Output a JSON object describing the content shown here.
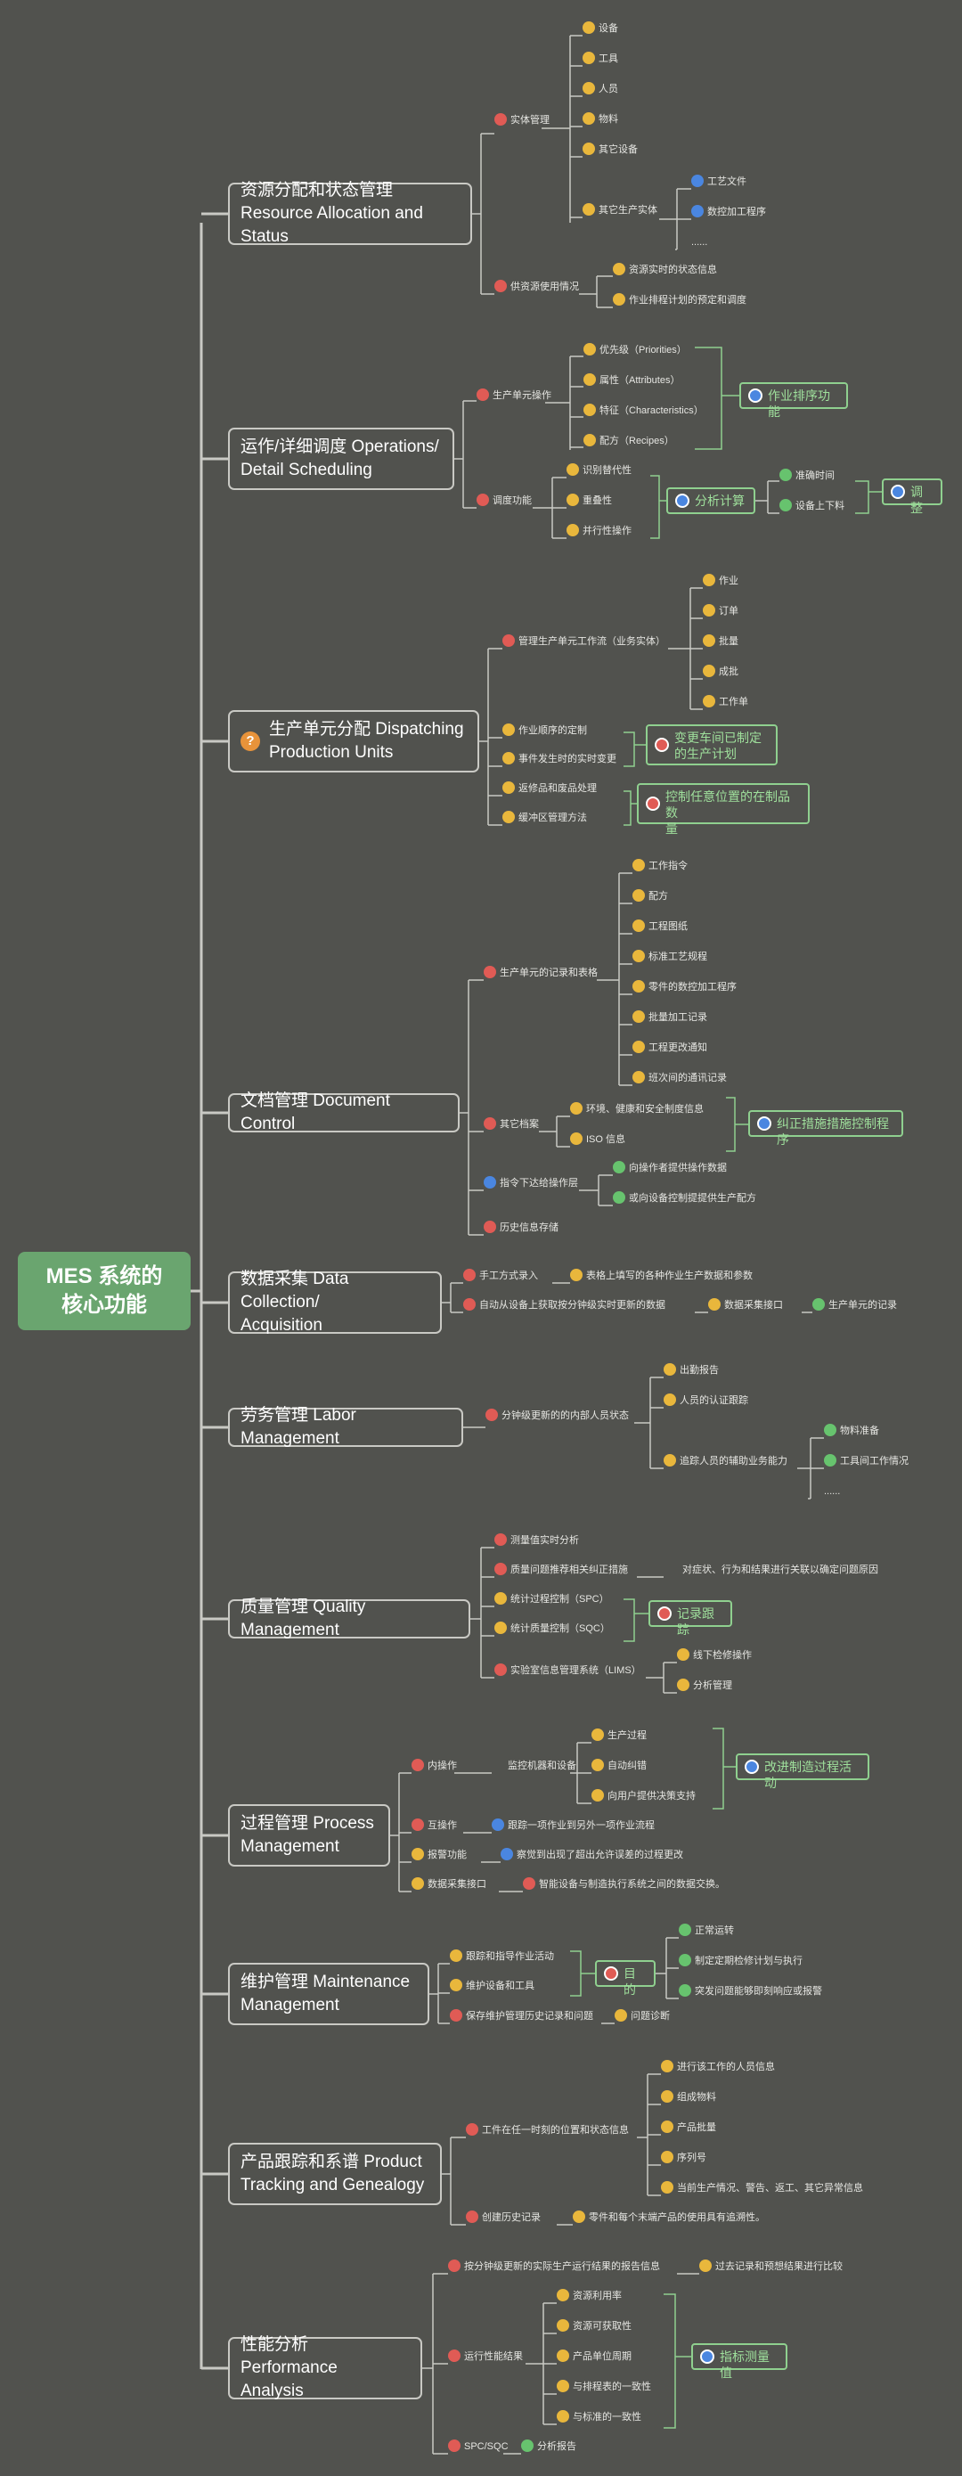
{
  "root": "MES 系统的\n核心功能",
  "categories": [
    {
      "key": "c1",
      "label": "资源分配和状态管理\nResource Allocation and Status"
    },
    {
      "key": "c2",
      "label": "运作/详细调度 Operations/\nDetail Scheduling"
    },
    {
      "key": "c3",
      "label": "生产单元分配 Dispatching\nProduction Units"
    },
    {
      "key": "c4",
      "label": "文档管理 Document Control"
    },
    {
      "key": "c5",
      "label": "数据采集 Data Collection/\nAcquisition"
    },
    {
      "key": "c6",
      "label": "劳务管理 Labor Management"
    },
    {
      "key": "c7",
      "label": "质量管理 Quality Management"
    },
    {
      "key": "c8",
      "label": "过程管理 Process\nManagement"
    },
    {
      "key": "c9",
      "label": "维护管理 Maintenance\nManagement"
    },
    {
      "key": "c10",
      "label": "产品跟踪和系谱 Product\nTracking and Genealogy"
    },
    {
      "key": "c11",
      "label": "性能分析 Performance\nAnalysis"
    }
  ],
  "nodes": {
    "n1": "实体管理",
    "n2": "设备",
    "n3": "工具",
    "n4": "人员",
    "n5": "物料",
    "n6": "其它设备",
    "n7": "其它生产实体",
    "n8": "工艺文件",
    "n9": "数控加工程序",
    "n10": "......",
    "n11": "供资源使用情况",
    "n12": "资源实时的状态信息",
    "n13": "作业排程计划的预定和调度",
    "n14": "生产单元操作",
    "n15": "优先级（Priorities）",
    "n16": "属性（Attributes）",
    "n17": "特征（Characteristics）",
    "n18": "配方（Recipes）",
    "n19": "调度功能",
    "n20": "识别替代性",
    "n21": "重叠性",
    "n22": "并行性操作",
    "n23": "准确时间",
    "n24": "设备上下料",
    "n25": "管理生产单元工作流（业务实体）",
    "n26": "作业",
    "n27": "订单",
    "n28": "批量",
    "n29": "成批",
    "n30": "工作单",
    "n31": "作业顺序的定制",
    "n32": "事件发生时的实时变更",
    "n33": "返修品和废品处理",
    "n34": "缓冲区管理方法",
    "n35": "生产单元的记录和表格",
    "n36": "工作指令",
    "n37": "配方",
    "n38": "工程图纸",
    "n39": "标准工艺规程",
    "n40": "零件的数控加工程序",
    "n41": "批量加工记录",
    "n42": "工程更改通知",
    "n43": "班次间的通讯记录",
    "n44": "其它档案",
    "n45": "环境、健康和安全制度信息",
    "n46": "ISO 信息",
    "n47": "指令下达给操作层",
    "n48": "向操作者提供操作数据",
    "n49": "或向设备控制提提供生产配方",
    "n50": "历史信息存储",
    "n51": "手工方式录入",
    "n52": "表格上填写的各种作业生产数据和参数",
    "n53": "自动从设备上获取按分钟级实时更新的数据",
    "n54": "数据采集接口",
    "n55": "生产单元的记录",
    "n56": "分钟级更新的的内部人员状态",
    "n57": "出勤报告",
    "n58": "人员的认证跟踪",
    "n59": "追踪人员的辅助业务能力",
    "n60": "物料准备",
    "n61": "工具间工作情况",
    "n62": "......",
    "n63": "测量值实时分析",
    "n64": "质量问题推荐相关纠正措施",
    "n65": "对症状、行为和结果进行关联以确定问题原因",
    "n66": "统计过程控制（SPC）",
    "n67": "统计质量控制（SQC）",
    "n68": "实验室信息管理系统（LIMS）",
    "n69": "线下检修操作",
    "n70": "分析管理",
    "n71": "内操作",
    "n72": "监控机器和设备",
    "n73": "生产过程",
    "n74": "自动纠错",
    "n75": "向用户提供决策支持",
    "n76": "互操作",
    "n77": "跟踪一项作业到另外一项作业流程",
    "n78": "报警功能",
    "n79": "察觉到出现了超出允许误差的过程更改",
    "n80": "数据采集接口",
    "n81": "智能设备与制造执行系统之间的数据交换。",
    "n82": "跟踪和指导作业活动",
    "n83": "维护设备和工具",
    "n84": "正常运转",
    "n85": "制定定期检修计划与执行",
    "n86": "突发问题能够即刻响应或报警",
    "n87": "保存维护管理历史记录和问题",
    "n88": "问题诊断",
    "n89": "工件在任一时刻的位置和状态信息",
    "n90": "进行该工作的人员信息",
    "n91": "组成物料",
    "n92": "产品批量",
    "n93": "序列号",
    "n94": "当前生产情况、警告、返工、其它异常信息",
    "n95": "创建历史记录",
    "n96": "零件和每个末端产品的使用具有追溯性。",
    "n97": "按分钟级更新的实际生产运行结果的报告信息",
    "n98": "过去记录和预想结果进行比较",
    "n99": "运行性能结果",
    "n100": "资源利用率",
    "n101": "资源可获取性",
    "n102": "产品单位周期",
    "n103": "与排程表的一致性",
    "n104": "与标准的一致性",
    "n105": "SPC/SQC",
    "n106": "分析报告"
  },
  "highlights": {
    "h1": "作业排序功能",
    "h2": "分析计算",
    "h3": "调整",
    "h4": "变更车间已制定\n的生产计划",
    "h5": "控制任意位置的在制品数\n量",
    "h6": "纠正措施措施控制程序",
    "h7": "记录跟踪",
    "h8": "改进制造过程活动",
    "h9": "目的",
    "h10": "指标测量值"
  },
  "colors": {
    "background": "#51524e",
    "root": "#6aa56f",
    "red": "#e05b55",
    "yellow": "#e9b73c",
    "blue": "#4a86e0",
    "green": "#67c36e",
    "accent": "#8fd08f"
  }
}
